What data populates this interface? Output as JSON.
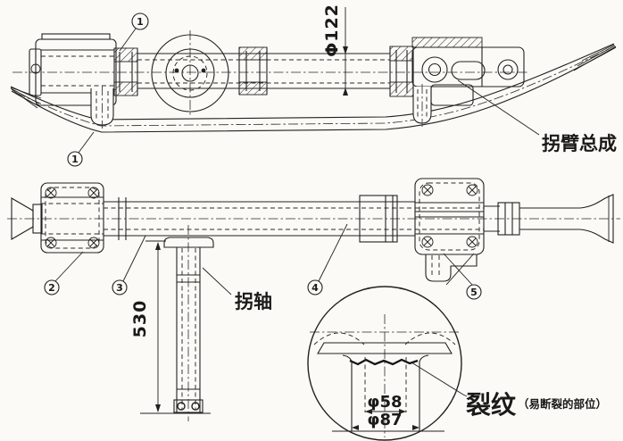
{
  "drawing": {
    "labels": {
      "arm_assembly": "拐臂总成",
      "crank_axle": "拐轴",
      "crack": "裂纹",
      "crack_note": "（易断裂的部位）"
    },
    "dimensions": {
      "shaft_diameter": "Φ122",
      "crank_axle_length": "530",
      "bore_diameter": "φ58",
      "hub_diameter": "φ87"
    },
    "balloons": [
      {
        "label": "1"
      },
      {
        "label": "1"
      },
      {
        "label": "2"
      },
      {
        "label": "3"
      },
      {
        "label": "4"
      },
      {
        "label": "5"
      }
    ],
    "colors": {
      "line": "#22211f",
      "background": "#fbfaf6"
    }
  }
}
